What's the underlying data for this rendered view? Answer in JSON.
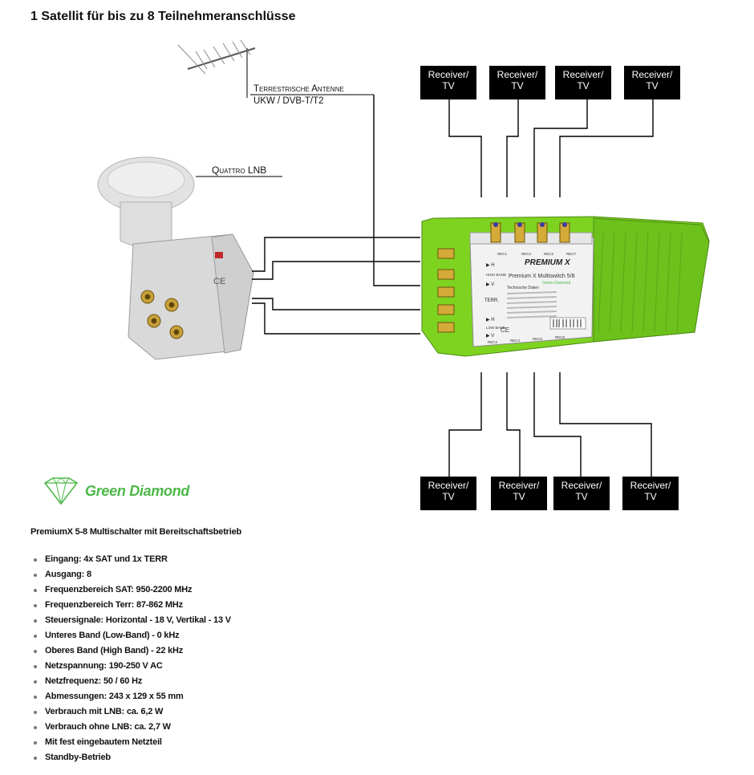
{
  "heading": "1 Satellit für bis zu 8 Teilnehmeranschlüsse",
  "diagram": {
    "antenna_label_line1": "Terrestrische Antenne",
    "antenna_label_line2": "UKW / DVB-T/T2",
    "lnb_label": "Quattro LNB",
    "receiver_label_line1": "Receiver/",
    "receiver_label_line2": "TV",
    "receivers_top_count": 4,
    "receivers_bottom_count": 4
  },
  "multiswitch": {
    "brand": "PREMIUM X",
    "model": "Premium X Multiswitch 5/8",
    "series": "Green Diamond",
    "tech_data_title": "Technische Daten",
    "inputs": [
      "H",
      "V",
      "TERR.",
      "H",
      "V"
    ],
    "band_high": "HIGH BAND",
    "band_low": "LOW BAND",
    "outputs_top": [
      "REC1",
      "REC2",
      "REC3",
      "REC7"
    ],
    "outputs_bottom": [
      "REC2",
      "REC4",
      "REC6",
      "REC8"
    ]
  },
  "brand_logo": {
    "name": "Green Diamond",
    "color": "#4cb848",
    "icon": "diamond-icon"
  },
  "spec_title": "PremiumX 5-8 Multischalter mit Bereitschaftsbetrieb",
  "specs": [
    "Eingang: 4x SAT und 1x TERR",
    "Ausgang: 8",
    "Frequenzbereich SAT: 950-2200 MHz",
    "Frequenzbereich Terr: 87-862 MHz",
    "Steuersignale: Horizontal - 18 V, Vertikal - 13 V",
    "Unteres Band (Low-Band) - 0 kHz",
    "Oberes Band (High Band) - 22 kHz",
    "Netzspannung: 190-250 V AC",
    "Netzfrequenz: 50 / 60 Hz",
    "Abmessungen: 243 x 129 x 55 mm",
    "Verbrauch mit LNB: ca. 6,2 W",
    "Verbrauch ohne LNB: ca. 2,7 W",
    "Mit fest eingebautem Netzteil",
    "Standby-Betrieb"
  ]
}
